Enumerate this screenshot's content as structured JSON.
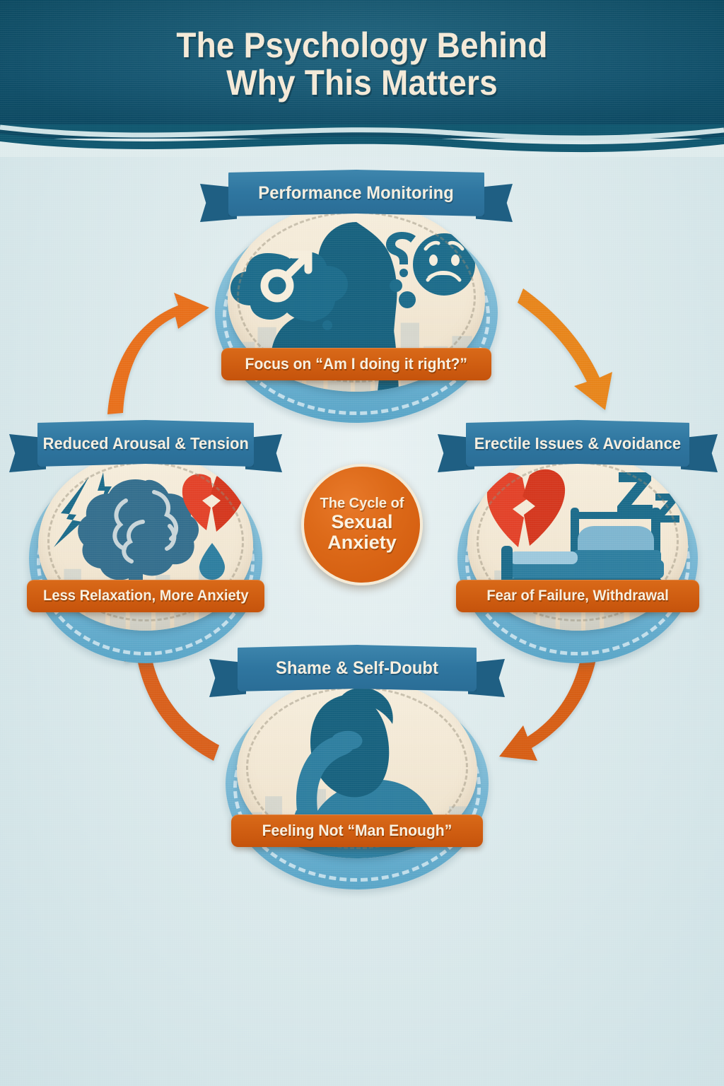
{
  "header": {
    "title_line1": "The Psychology Behind",
    "title_line2": "Why This Matters",
    "background_color": "#10576f",
    "text_color": "#f4ead8"
  },
  "hub": {
    "line1": "The Cycle of",
    "line2": "Sexual",
    "line3": "Anxiety",
    "color": "#d95f12"
  },
  "theme": {
    "page_background": "#dfeced",
    "ribbon_blue": "#2f76a0",
    "caption_orange": "#cf5d11",
    "medallion_cream": "#f3e8d5",
    "disc_blue": "#74b5d3",
    "arrow_orange": "#e06a16",
    "silhouette_teal": "#18627f",
    "heart_red": "#e0432a"
  },
  "stages": [
    {
      "id": "performance-monitoring",
      "position": "top",
      "ribbon_label": "Performance Monitoring",
      "caption": "Focus on “Am I doing it right?”",
      "icons": [
        "thought-bubble-male-symbol-icon",
        "person-silhouette-icon",
        "question-mark-icon",
        "sad-face-icon",
        "city-skyline-icon"
      ]
    },
    {
      "id": "erectile-issues-avoidance",
      "position": "right",
      "ribbon_label": "Erectile Issues & Avoidance",
      "caption": "Fear of Failure, Withdrawal",
      "icons": [
        "broken-heart-icon",
        "bed-icon",
        "sleep-zz-icon",
        "city-skyline-icon"
      ]
    },
    {
      "id": "shame-self-doubt",
      "position": "bottom",
      "ribbon_label": "Shame & Self-Doubt",
      "caption": "Feeling Not “Man Enough”",
      "icons": [
        "person-head-in-hand-icon",
        "city-skyline-icon"
      ]
    },
    {
      "id": "reduced-arousal-tension",
      "position": "left",
      "ribbon_label": "Reduced Arousal & Tension",
      "caption": "Less Relaxation, More Anxiety",
      "icons": [
        "lightning-bolt-icon",
        "brain-icon",
        "broken-heart-icon",
        "teardrop-icon",
        "city-skyline-icon"
      ]
    }
  ],
  "arrows": [
    {
      "id": "arrow-top-to-right",
      "from": "performance-monitoring",
      "to": "erectile-issues-avoidance"
    },
    {
      "id": "arrow-right-to-bottom",
      "from": "erectile-issues-avoidance",
      "to": "shame-self-doubt"
    },
    {
      "id": "arrow-bottom-to-left",
      "from": "shame-self-doubt",
      "to": "reduced-arousal-tension"
    },
    {
      "id": "arrow-left-to-top",
      "from": "reduced-arousal-tension",
      "to": "performance-monitoring"
    },
    {
      "id": "arrow-hub-left",
      "from": "reduced-arousal-tension",
      "to": "hub"
    },
    {
      "id": "arrow-hub-right",
      "from": "hub",
      "to": "erectile-issues-avoidance"
    }
  ]
}
